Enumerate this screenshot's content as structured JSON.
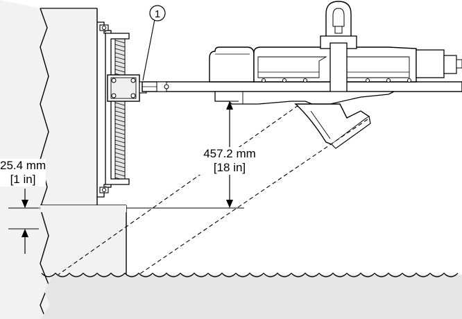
{
  "callout": {
    "number": "1"
  },
  "dimensions": {
    "gap_mm": "25.4 mm",
    "gap_in": "[1 in]",
    "height_mm": "457.2 mm",
    "height_in": "[18 in]"
  }
}
